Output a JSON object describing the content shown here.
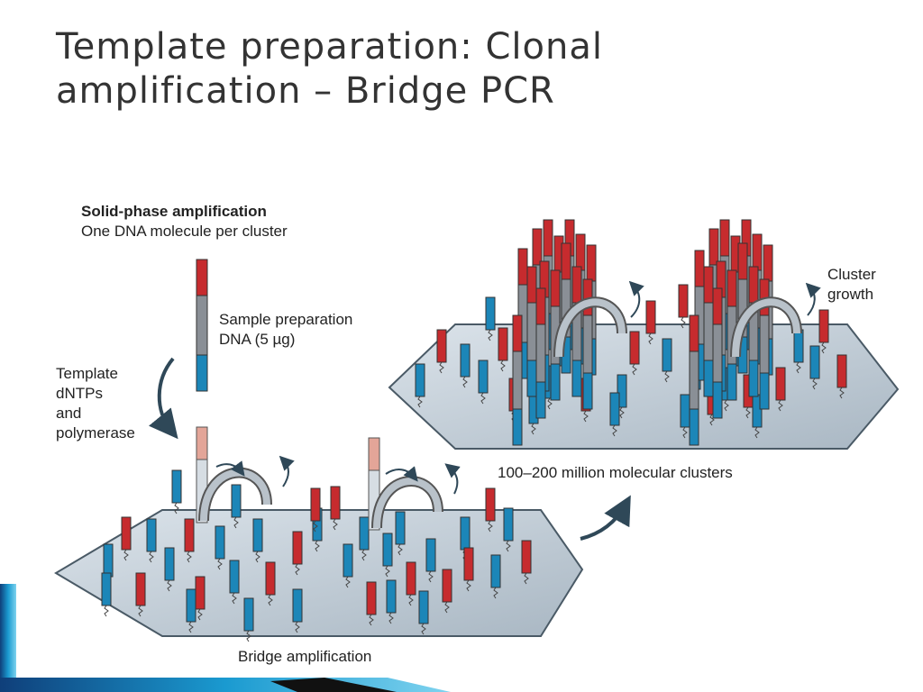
{
  "slide": {
    "title_line1": "Template preparation: Clonal",
    "title_line2": "amplification – Bridge PCR"
  },
  "figure": {
    "solid_phase_title": "Solid-phase amplification",
    "solid_phase_subtitle": "One DNA molecule per cluster",
    "sample_prep_line1": "Sample preparation",
    "sample_prep_line2": "DNA (5 µg)",
    "reagents_line1": "Template",
    "reagents_line2": "dNTPs",
    "reagents_line3": "and",
    "reagents_line4": "polymerase",
    "bridge_caption": "Bridge amplification",
    "clusters_caption": "100–200 million molecular clusters",
    "cluster_growth_line1": "Cluster",
    "cluster_growth_line2": "growth"
  },
  "colors": {
    "plate": "#c4cfd8",
    "primer_blue": "#1c86b8",
    "primer_red": "#c62b2e",
    "strand_gray": "#8a8f96",
    "accent_teal": "#1d6fa0"
  }
}
